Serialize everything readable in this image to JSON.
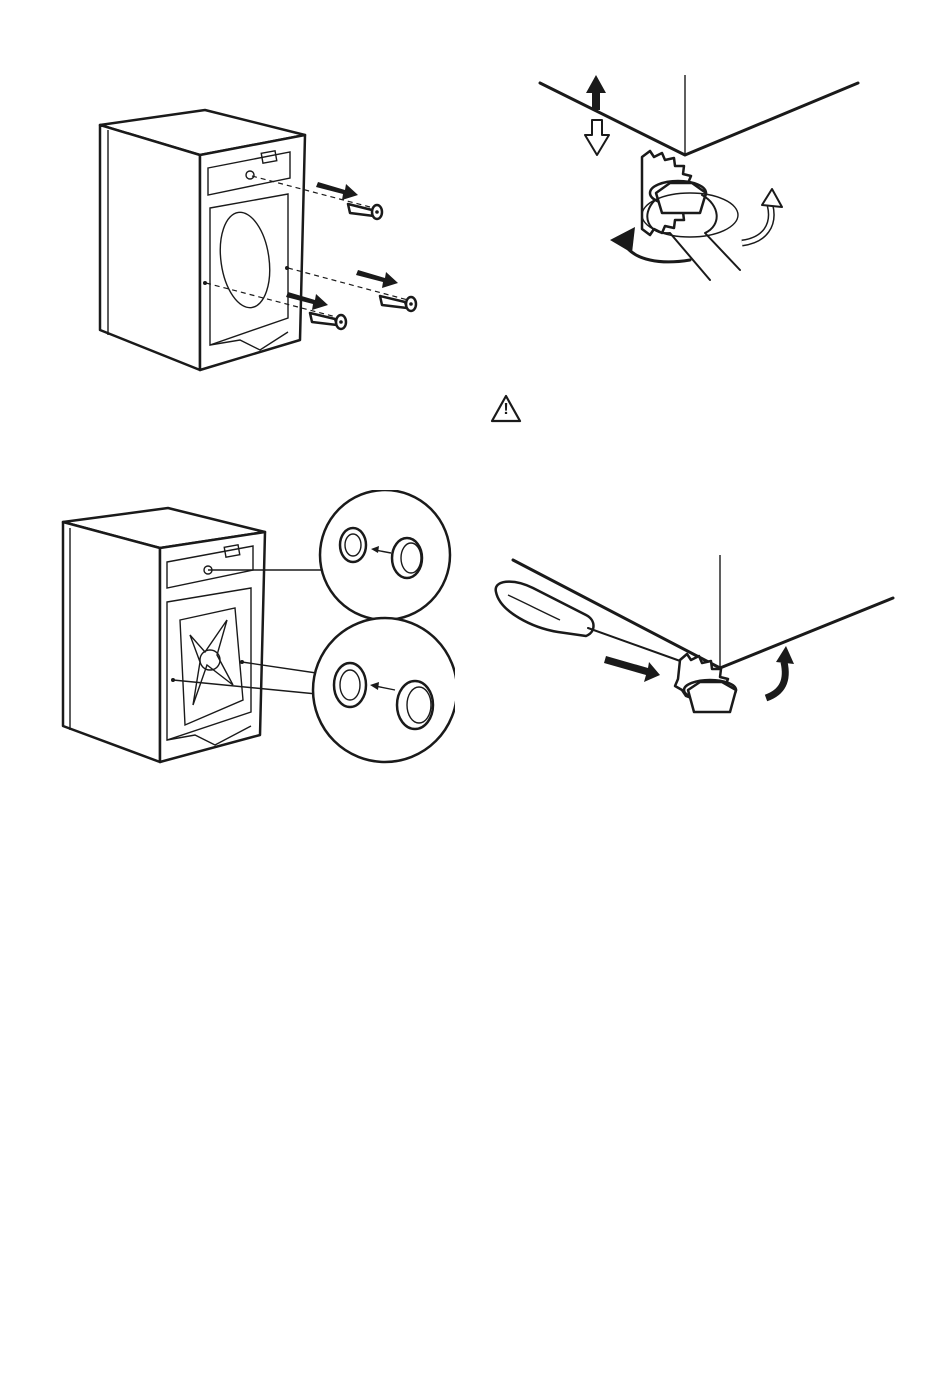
{
  "figures": [
    {
      "id": "remove-transit-bolts",
      "icon": "transit-bolt-removal-illustration"
    },
    {
      "id": "adjust-feet-wrench",
      "icon": "foot-adjustment-wrench-illustration"
    },
    {
      "id": "warning",
      "icon": "warning-triangle-icon",
      "glyph": "!"
    },
    {
      "id": "insert-plastic-caps",
      "icon": "plastic-caps-insertion-illustration"
    },
    {
      "id": "lock-feet-screwdriver",
      "icon": "foot-lock-screwdriver-illustration"
    }
  ],
  "colors": {
    "line": "#1a1a1a",
    "background": "#ffffff"
  }
}
